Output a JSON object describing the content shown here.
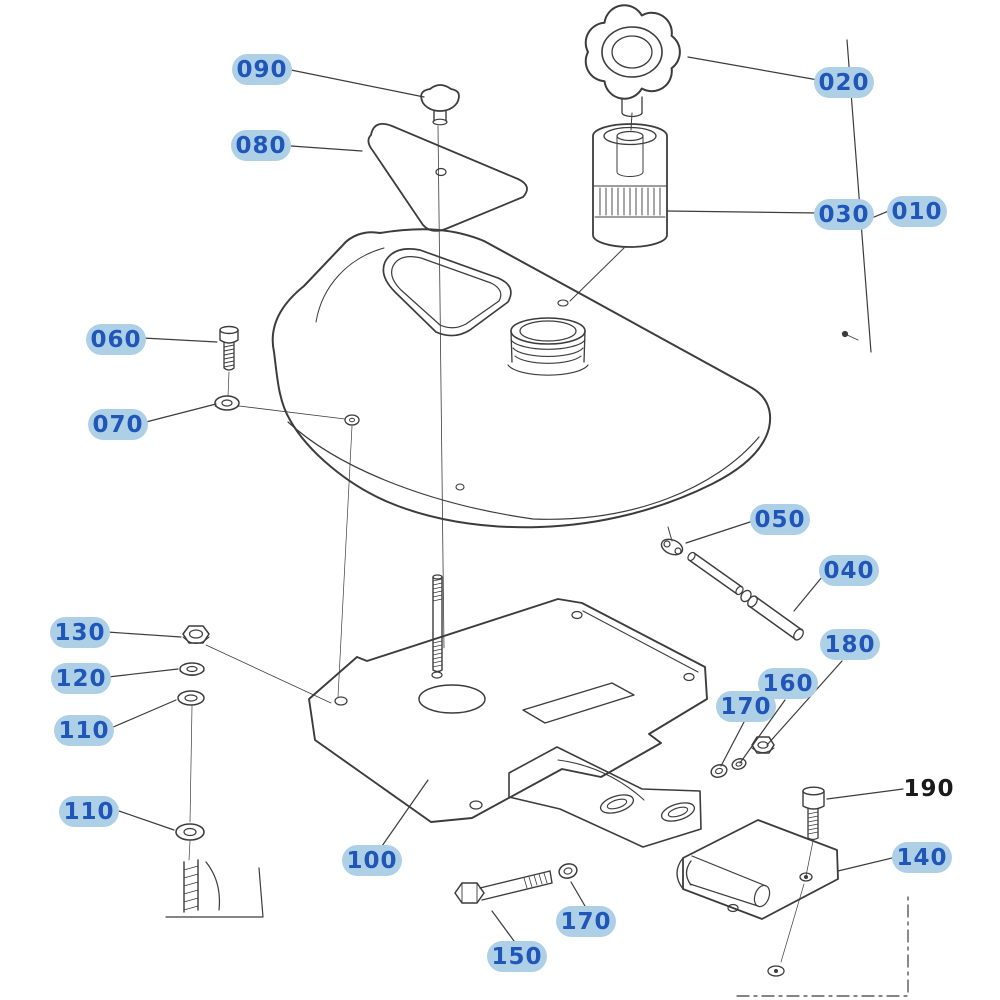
{
  "diagram": {
    "kind": "exploded-parts-diagram",
    "callouts": [
      {
        "ref": "090",
        "highlighted": true
      },
      {
        "ref": "020",
        "highlighted": true
      },
      {
        "ref": "080",
        "highlighted": true
      },
      {
        "ref": "030",
        "highlighted": true
      },
      {
        "ref": "010",
        "highlighted": true
      },
      {
        "ref": "060",
        "highlighted": true
      },
      {
        "ref": "070",
        "highlighted": true
      },
      {
        "ref": "050",
        "highlighted": true
      },
      {
        "ref": "040",
        "highlighted": true
      },
      {
        "ref": "130",
        "highlighted": true
      },
      {
        "ref": "120",
        "highlighted": true
      },
      {
        "ref": "110",
        "highlighted": true
      },
      {
        "ref": "180",
        "highlighted": true
      },
      {
        "ref": "160",
        "highlighted": true
      },
      {
        "ref": "170",
        "highlighted": true
      },
      {
        "ref": "110",
        "highlighted": true
      },
      {
        "ref": "100",
        "highlighted": true
      },
      {
        "ref": "190",
        "highlighted": false
      },
      {
        "ref": "140",
        "highlighted": true
      },
      {
        "ref": "170",
        "highlighted": true
      },
      {
        "ref": "150",
        "highlighted": true
      }
    ],
    "colors": {
      "highlight_fill": "#aed0e6",
      "callout_text": "#2056b8",
      "plain_text": "#1a1a1a",
      "line_art": "#3c3c3c"
    }
  }
}
